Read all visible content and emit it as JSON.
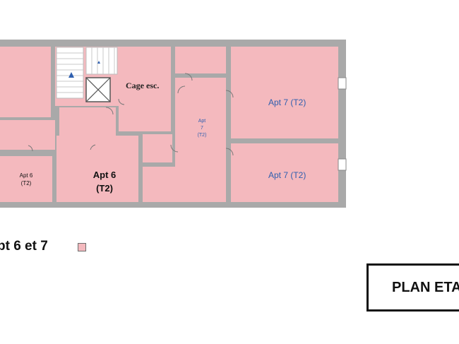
{
  "floor_plan": {
    "rooms": [
      {
        "id": "apt7-top",
        "label": "Apt 7 (T2)"
      },
      {
        "id": "apt7-bottom",
        "label": "Apt 7 (T2)"
      },
      {
        "id": "apt7-center",
        "label_line1": "Apt",
        "label_line2": "7",
        "label_line3": "(T2)"
      },
      {
        "id": "apt6-large",
        "label_line1": "Apt 6",
        "label_line2": "(T2)"
      },
      {
        "id": "apt6-small",
        "label_line1": "Apt 6",
        "label_line2": "(T2)"
      }
    ],
    "stair_label": "Cage esc."
  },
  "legend": {
    "text": "pt 6 et 7",
    "swatch_color": "#f4b9be"
  },
  "title_block": {
    "text": "PLAN ETA"
  },
  "colors": {
    "room_fill": "#f4b9be",
    "wall": "#a9a9a9",
    "label_blue": "#2f5faf"
  }
}
